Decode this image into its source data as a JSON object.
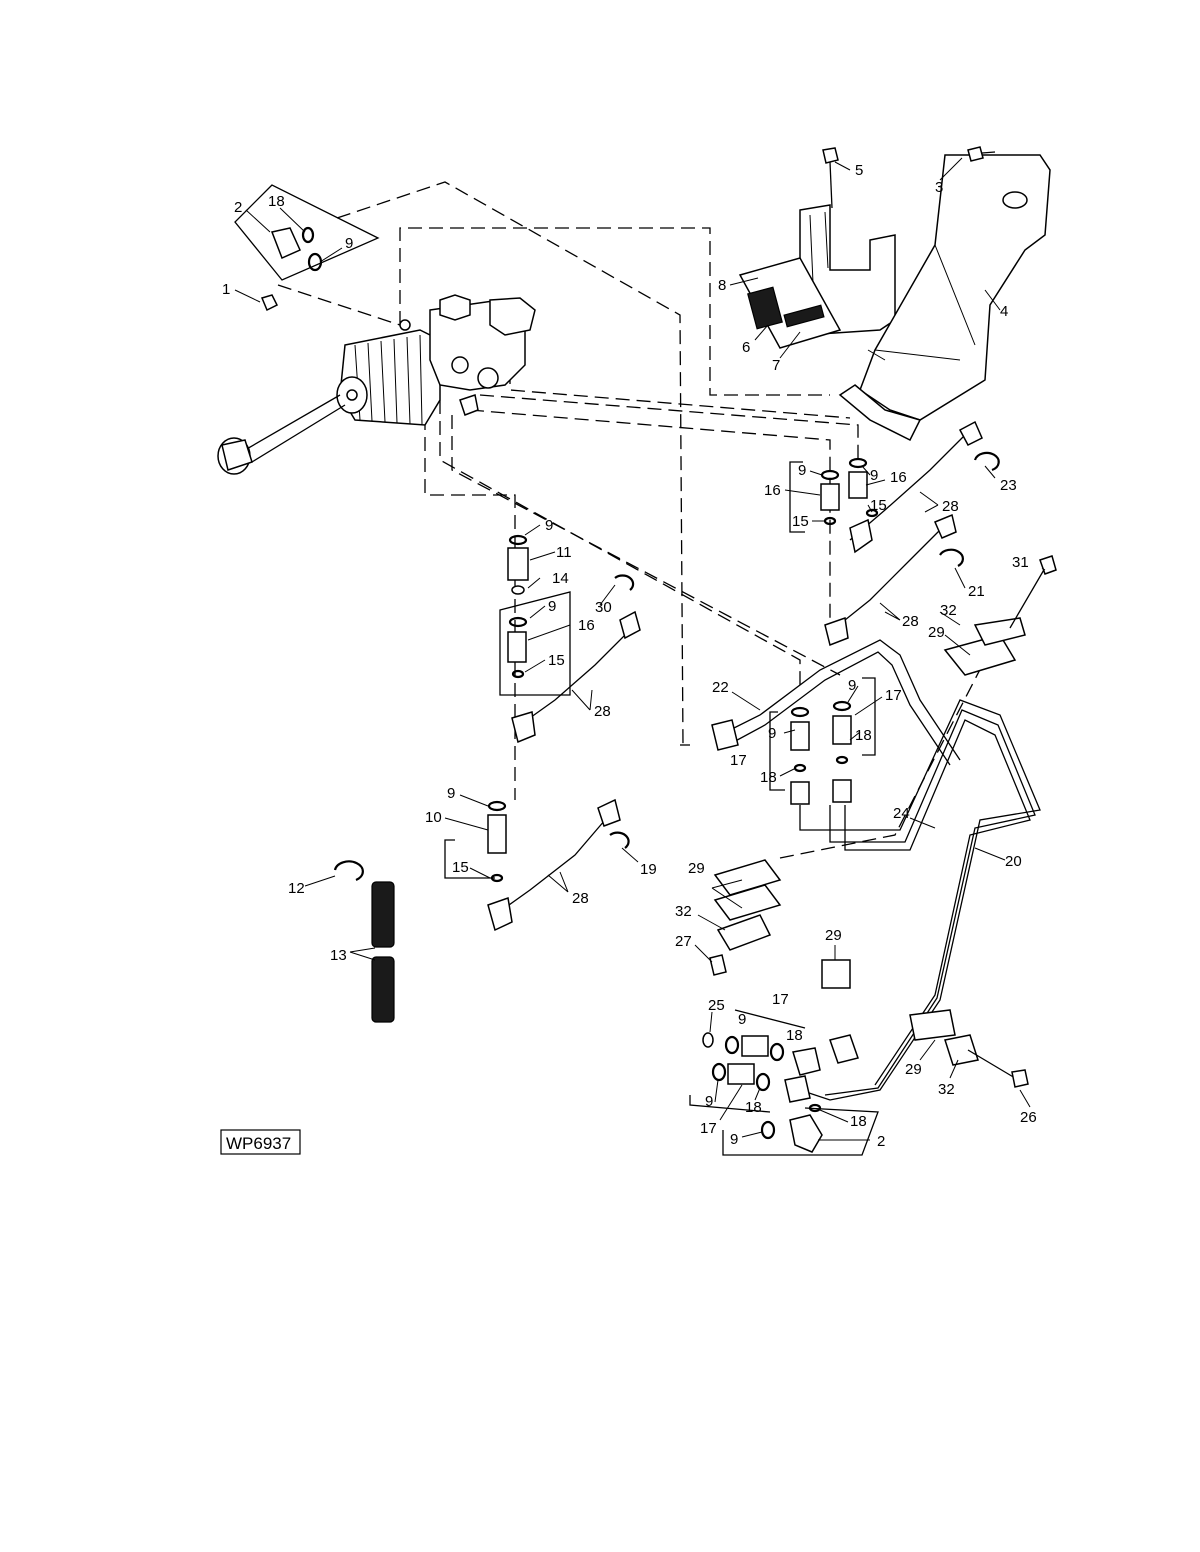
{
  "figure": {
    "reference_code": "WP6937",
    "callouts": [
      "1",
      "2",
      "3",
      "4",
      "5",
      "6",
      "7",
      "8",
      "9",
      "10",
      "11",
      "12",
      "13",
      "14",
      "15",
      "16",
      "17",
      "18",
      "19",
      "20",
      "21",
      "22",
      "23",
      "24",
      "25",
      "26",
      "27",
      "28",
      "29",
      "30",
      "31",
      "32"
    ]
  }
}
